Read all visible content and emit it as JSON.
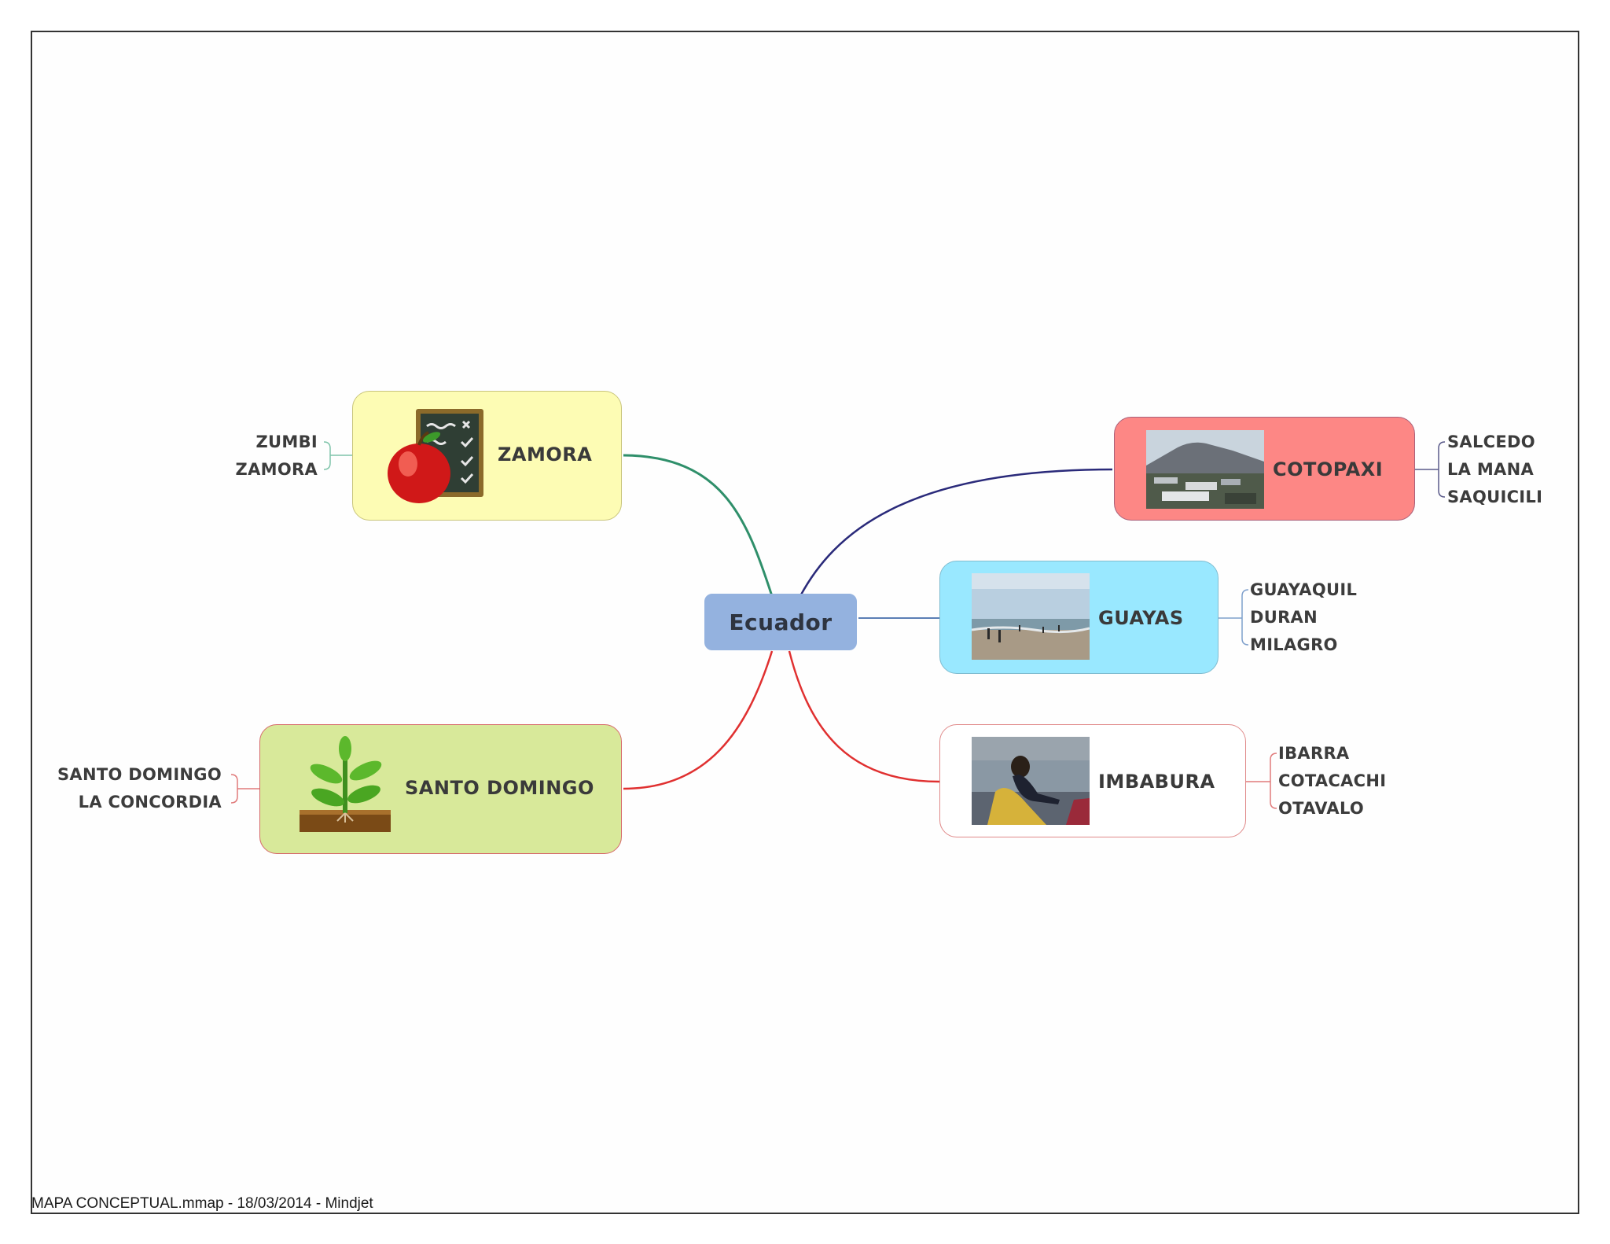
{
  "central_topic": "Ecuador",
  "branches": {
    "zamora": {
      "title": "ZAMORA",
      "icon": "apple-chalkboard-icon",
      "color": "#fdfcb4",
      "line_color": "#2f8f6a",
      "subtopics": [
        "ZUMBI",
        "ZAMORA"
      ]
    },
    "santo_domingo": {
      "title": "SANTO DOMINGO",
      "icon": "sprout-icon",
      "color": "#d8e99a",
      "line_color": "#e03030",
      "subtopics": [
        "SANTO DOMINGO",
        "LA CONCORDIA"
      ]
    },
    "cotopaxi": {
      "title": "COTOPAXI",
      "image": "volcano-city-photo",
      "color": "#fd8785",
      "line_color": "#2a2a7a",
      "subtopics": [
        "SALCEDO",
        "LA MANA",
        "SAQUICILI"
      ]
    },
    "guayas": {
      "title": "GUAYAS",
      "image": "beach-photo",
      "color": "#99e8ff",
      "line_color": "#5b7fb5",
      "subtopics": [
        "GUAYAQUIL",
        "DURAN",
        "MILAGRO"
      ]
    },
    "imbabura": {
      "title": "IMBABURA",
      "image": "person-photo",
      "color": "#ffffff",
      "line_color": "#e03030",
      "subtopics": [
        "IBARRA",
        "COTACACHI",
        "OTAVALO"
      ]
    }
  },
  "footer": "MAPA CONCEPTUAL.mmap - 18/03/2014 - Mindjet"
}
